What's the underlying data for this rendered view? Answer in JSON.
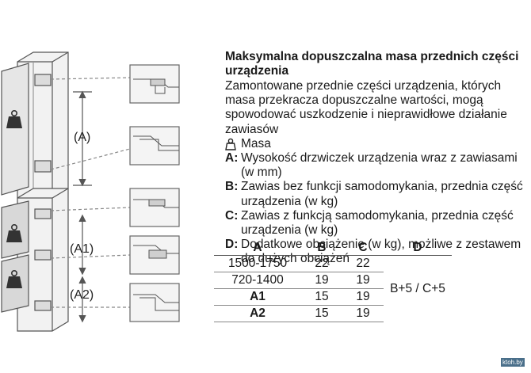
{
  "heading": "Maksymalna dopuszczalna masa przednich części urządzenia",
  "paragraph": "Zamontowane przednie części urządzenia, których masa przekracza dopuszczalne wartości, mogą spowodować uszkodzenie i nieprawidłowe działanie zawiasów",
  "legend": {
    "weight_label": "Masa",
    "items": [
      {
        "key": "A:",
        "text": "Wysokość drzwiczek urządzenia wraz z zawiasami (w mm)"
      },
      {
        "key": "B:",
        "text": "Zawias bez funkcji samodomykania, przednia część urządzenia (w kg)"
      },
      {
        "key": "C:",
        "text": "Zawias z funkcją samodomykania, przednia część urządzenia (w kg)"
      },
      {
        "key": "D:",
        "text": "Dodatkowe obciążenie (w kg), możliwe z zestawem do dużych obciążeń"
      }
    ]
  },
  "table": {
    "headers": [
      "A",
      "B",
      "C",
      "D"
    ],
    "rows": [
      [
        "1500-1750",
        "22",
        "22"
      ],
      [
        "720-1400",
        "19",
        "19"
      ],
      [
        "A1",
        "15",
        "19"
      ],
      [
        "A2",
        "15",
        "19"
      ]
    ],
    "merged_d": "B+5 / C+5"
  },
  "diagram": {
    "dim_a": "(A)",
    "dim_a1": "(A1)",
    "dim_a2": "(A2)"
  },
  "watermark": "ktoh.by"
}
